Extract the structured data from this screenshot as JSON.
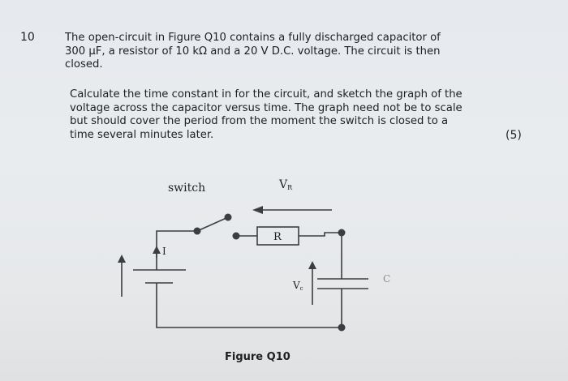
{
  "question": {
    "number": "10",
    "paragraph1": [
      "The open-circuit in Figure Q10 contains a fully discharged capacitor of",
      "300 µF, a resistor of 10 kΩ and a 20 V D.C. voltage.  The circuit is then",
      "closed."
    ],
    "paragraph2": [
      "Calculate the time constant in for the circuit, and sketch the graph of the",
      "voltage across the capacitor versus time.  The graph need not be to scale",
      "but should cover the period from the moment the switch is closed to a",
      "time several minutes later."
    ],
    "marks": "(5)"
  },
  "figure": {
    "switch_label": "switch",
    "vr_label": "V",
    "vr_subscript": "R",
    "resistor_label": "R",
    "current_label": "I",
    "vc_label": "V",
    "vc_subscript": "c",
    "capacitor_label": "C",
    "caption": "Figure Q10"
  },
  "colors": {
    "line": "#3b3d40",
    "text": "#1e1f22"
  }
}
